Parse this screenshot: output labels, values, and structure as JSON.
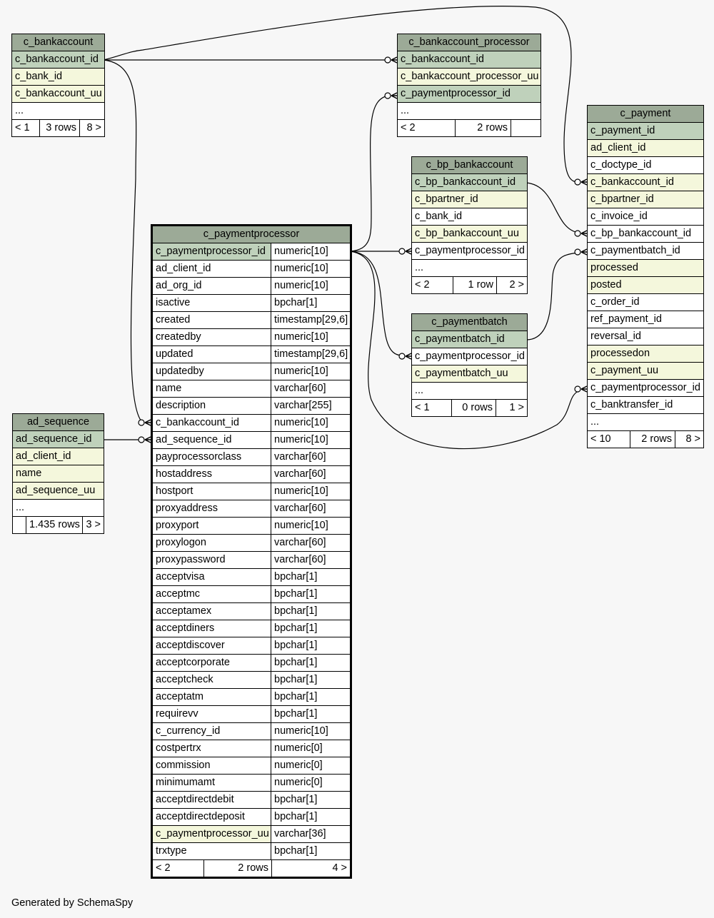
{
  "footer": "Generated by SchemaSpy",
  "tables": [
    {
      "id": "c_bankaccount",
      "name": "c_bankaccount",
      "main": false,
      "rows": [
        {
          "name": "c_bankaccount_id",
          "type": "",
          "style": "pk"
        },
        {
          "name": "c_bank_id",
          "type": "",
          "style": "idx"
        },
        {
          "name": "c_bankaccount_uu",
          "type": "",
          "style": "idx"
        },
        {
          "name": "...",
          "type": "",
          "style": "pl"
        }
      ],
      "nav": {
        "left": "< 1",
        "rows": "3 rows",
        "right": "8 >"
      }
    },
    {
      "id": "c_bankaccount_processor",
      "name": "c_bankaccount_processor",
      "main": false,
      "rows": [
        {
          "name": "c_bankaccount_id",
          "type": "",
          "style": "pk"
        },
        {
          "name": "c_bankaccount_processor_uu",
          "type": "",
          "style": "idx"
        },
        {
          "name": "c_paymentprocessor_id",
          "type": "",
          "style": "pk"
        },
        {
          "name": "...",
          "type": "",
          "style": "pl"
        }
      ],
      "nav": {
        "left": "< 2",
        "rows": "2 rows",
        "right": ""
      }
    },
    {
      "id": "c_bp_bankaccount",
      "name": "c_bp_bankaccount",
      "main": false,
      "rows": [
        {
          "name": "c_bp_bankaccount_id",
          "type": "",
          "style": "pk"
        },
        {
          "name": "c_bpartner_id",
          "type": "",
          "style": "idx"
        },
        {
          "name": "c_bank_id",
          "type": "",
          "style": "pl"
        },
        {
          "name": "c_bp_bankaccount_uu",
          "type": "",
          "style": "idx"
        },
        {
          "name": "c_paymentprocessor_id",
          "type": "",
          "style": "pl"
        },
        {
          "name": "...",
          "type": "",
          "style": "pl"
        }
      ],
      "nav": {
        "left": "< 2",
        "rows": "1 row",
        "right": "2 >"
      }
    },
    {
      "id": "c_paymentbatch",
      "name": "c_paymentbatch",
      "main": false,
      "rows": [
        {
          "name": "c_paymentbatch_id",
          "type": "",
          "style": "pk"
        },
        {
          "name": "c_paymentprocessor_id",
          "type": "",
          "style": "pl"
        },
        {
          "name": "c_paymentbatch_uu",
          "type": "",
          "style": "idx"
        },
        {
          "name": "...",
          "type": "",
          "style": "pl"
        }
      ],
      "nav": {
        "left": "< 1",
        "rows": "0 rows",
        "right": "1 >"
      }
    },
    {
      "id": "c_payment",
      "name": "c_payment",
      "main": false,
      "rows": [
        {
          "name": "c_payment_id",
          "type": "",
          "style": "pk"
        },
        {
          "name": "ad_client_id",
          "type": "",
          "style": "idx"
        },
        {
          "name": "c_doctype_id",
          "type": "",
          "style": "pl"
        },
        {
          "name": "c_bankaccount_id",
          "type": "",
          "style": "idx"
        },
        {
          "name": "c_bpartner_id",
          "type": "",
          "style": "idx"
        },
        {
          "name": "c_invoice_id",
          "type": "",
          "style": "pl"
        },
        {
          "name": "c_bp_bankaccount_id",
          "type": "",
          "style": "pl"
        },
        {
          "name": "c_paymentbatch_id",
          "type": "",
          "style": "pl"
        },
        {
          "name": "processed",
          "type": "",
          "style": "idx"
        },
        {
          "name": "posted",
          "type": "",
          "style": "idx"
        },
        {
          "name": "c_order_id",
          "type": "",
          "style": "pl"
        },
        {
          "name": "ref_payment_id",
          "type": "",
          "style": "pl"
        },
        {
          "name": "reversal_id",
          "type": "",
          "style": "pl"
        },
        {
          "name": "processedon",
          "type": "",
          "style": "idx"
        },
        {
          "name": "c_payment_uu",
          "type": "",
          "style": "idx"
        },
        {
          "name": "c_paymentprocessor_id",
          "type": "",
          "style": "pl"
        },
        {
          "name": "c_banktransfer_id",
          "type": "",
          "style": "pl"
        },
        {
          "name": "...",
          "type": "",
          "style": "pl"
        }
      ],
      "nav": {
        "left": "< 10",
        "rows": "2 rows",
        "right": "8 >"
      }
    },
    {
      "id": "ad_sequence",
      "name": "ad_sequence",
      "main": false,
      "rows": [
        {
          "name": "ad_sequence_id",
          "type": "",
          "style": "pk"
        },
        {
          "name": "ad_client_id",
          "type": "",
          "style": "idx"
        },
        {
          "name": "name",
          "type": "",
          "style": "idx"
        },
        {
          "name": "ad_sequence_uu",
          "type": "",
          "style": "idx"
        },
        {
          "name": "...",
          "type": "",
          "style": "pl"
        }
      ],
      "nav": {
        "left": "",
        "rows": "1.435 rows",
        "right": "3 >"
      }
    },
    {
      "id": "c_paymentprocessor",
      "name": "c_paymentprocessor",
      "main": true,
      "rows": [
        {
          "name": "c_paymentprocessor_id",
          "type": "numeric[10]",
          "style": "pk"
        },
        {
          "name": "ad_client_id",
          "type": "numeric[10]",
          "style": "pl"
        },
        {
          "name": "ad_org_id",
          "type": "numeric[10]",
          "style": "pl"
        },
        {
          "name": "isactive",
          "type": "bpchar[1]",
          "style": "pl"
        },
        {
          "name": "created",
          "type": "timestamp[29,6]",
          "style": "pl"
        },
        {
          "name": "createdby",
          "type": "numeric[10]",
          "style": "pl"
        },
        {
          "name": "updated",
          "type": "timestamp[29,6]",
          "style": "pl"
        },
        {
          "name": "updatedby",
          "type": "numeric[10]",
          "style": "pl"
        },
        {
          "name": "name",
          "type": "varchar[60]",
          "style": "pl"
        },
        {
          "name": "description",
          "type": "varchar[255]",
          "style": "pl"
        },
        {
          "name": "c_bankaccount_id",
          "type": "numeric[10]",
          "style": "pl"
        },
        {
          "name": "ad_sequence_id",
          "type": "numeric[10]",
          "style": "pl"
        },
        {
          "name": "payprocessorclass",
          "type": "varchar[60]",
          "style": "pl"
        },
        {
          "name": "hostaddress",
          "type": "varchar[60]",
          "style": "pl"
        },
        {
          "name": "hostport",
          "type": "numeric[10]",
          "style": "pl"
        },
        {
          "name": "proxyaddress",
          "type": "varchar[60]",
          "style": "pl"
        },
        {
          "name": "proxyport",
          "type": "numeric[10]",
          "style": "pl"
        },
        {
          "name": "proxylogon",
          "type": "varchar[60]",
          "style": "pl"
        },
        {
          "name": "proxypassword",
          "type": "varchar[60]",
          "style": "pl"
        },
        {
          "name": "acceptvisa",
          "type": "bpchar[1]",
          "style": "pl"
        },
        {
          "name": "acceptmc",
          "type": "bpchar[1]",
          "style": "pl"
        },
        {
          "name": "acceptamex",
          "type": "bpchar[1]",
          "style": "pl"
        },
        {
          "name": "acceptdiners",
          "type": "bpchar[1]",
          "style": "pl"
        },
        {
          "name": "acceptdiscover",
          "type": "bpchar[1]",
          "style": "pl"
        },
        {
          "name": "acceptcorporate",
          "type": "bpchar[1]",
          "style": "pl"
        },
        {
          "name": "acceptcheck",
          "type": "bpchar[1]",
          "style": "pl"
        },
        {
          "name": "acceptatm",
          "type": "bpchar[1]",
          "style": "pl"
        },
        {
          "name": "requirevv",
          "type": "bpchar[1]",
          "style": "pl"
        },
        {
          "name": "c_currency_id",
          "type": "numeric[10]",
          "style": "pl"
        },
        {
          "name": "costpertrx",
          "type": "numeric[0]",
          "style": "pl"
        },
        {
          "name": "commission",
          "type": "numeric[0]",
          "style": "pl"
        },
        {
          "name": "minimumamt",
          "type": "numeric[0]",
          "style": "pl"
        },
        {
          "name": "acceptdirectdebit",
          "type": "bpchar[1]",
          "style": "pl"
        },
        {
          "name": "acceptdirectdeposit",
          "type": "bpchar[1]",
          "style": "pl"
        },
        {
          "name": "c_paymentprocessor_uu",
          "type": "varchar[36]",
          "style": "idx"
        },
        {
          "name": "trxtype",
          "type": "bpchar[1]",
          "style": "pl"
        }
      ],
      "nav": {
        "left": "< 2",
        "rows": "2 rows",
        "right": "4 >"
      }
    }
  ],
  "colors": {
    "header": "#9caa97",
    "primary_key": "#bfd1bb",
    "indexed": "#f4f7dc",
    "plain": "#ffffff",
    "background": "#f7f7f7"
  }
}
